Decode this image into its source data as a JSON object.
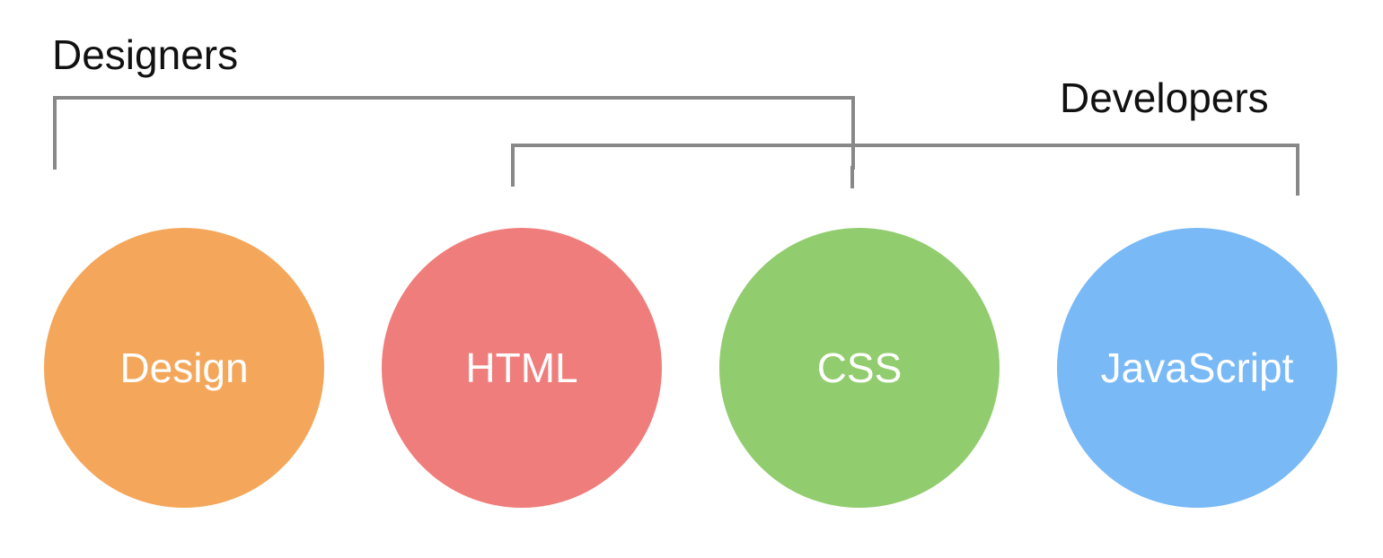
{
  "groups": {
    "designers": {
      "label": "Designers"
    },
    "developers": {
      "label": "Developers"
    }
  },
  "nodes": [
    {
      "label": "Design",
      "color": "#F4A75A"
    },
    {
      "label": "HTML",
      "color": "#EF7D7B"
    },
    {
      "label": "CSS",
      "color": "#91CC6E"
    },
    {
      "label": "JavaScript",
      "color": "#79B9F6"
    }
  ],
  "bracket_color": "#888888"
}
